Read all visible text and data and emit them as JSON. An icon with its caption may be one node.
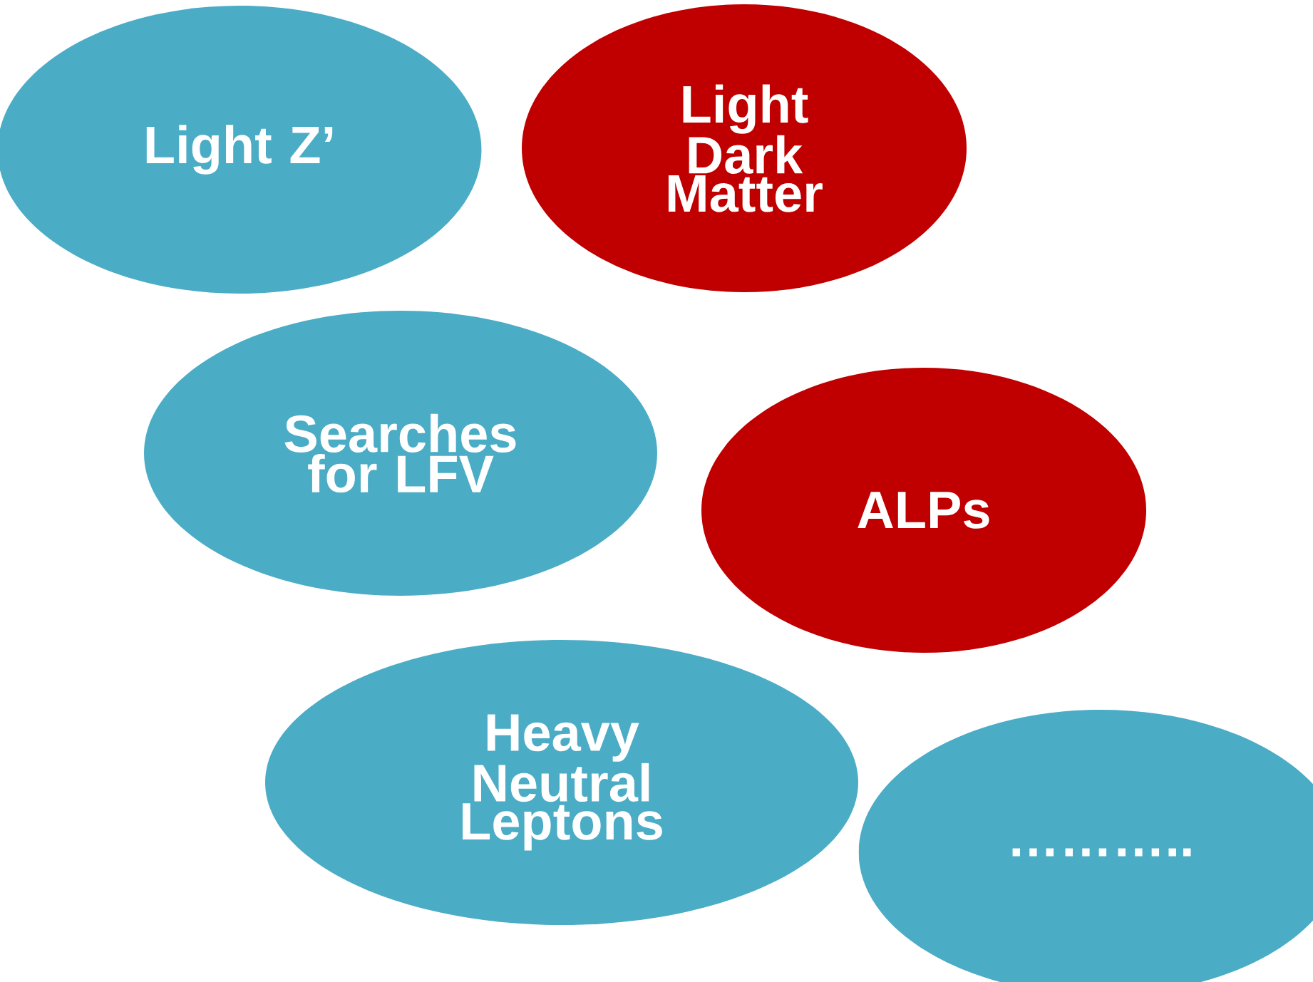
{
  "diagram": {
    "nodes": [
      {
        "text": [
          "Light Z’"
        ]
      },
      {
        "text": [
          "Light Dark Matter"
        ]
      },
      {
        "text": [
          "Searches for LFV"
        ]
      },
      {
        "text": [
          "ALPs"
        ]
      },
      {
        "text": [
          "Heavy Neutral Leptons"
        ]
      },
      {
        "text": [
          "……….."
        ]
      }
    ]
  }
}
